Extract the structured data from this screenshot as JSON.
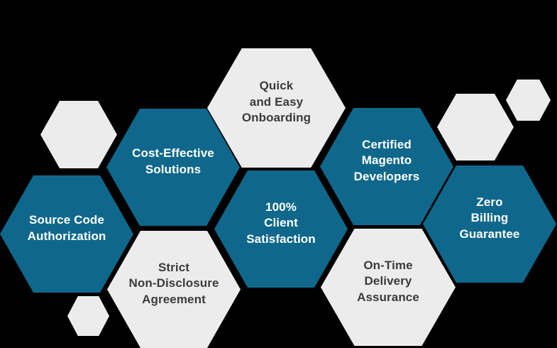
{
  "diagram": {
    "description": "Honeycomb benefits infographic",
    "background_color": "#000000"
  },
  "colors": {
    "teal": "#0F688C",
    "gray": "#ECECEC",
    "text_on_teal": "#FFFFFF",
    "text_on_gray": "#3B3B3B"
  },
  "hexagons": [
    {
      "id": "quick-easy-onboarding",
      "variant": "gray",
      "label": "Quick\nand Easy\nOnboarding"
    },
    {
      "id": "cost-effective-solutions",
      "variant": "teal",
      "label": "Cost-Effective\nSolutions"
    },
    {
      "id": "certified-magento-developers",
      "variant": "teal",
      "label": "Certified\nMagento\nDevelopers"
    },
    {
      "id": "source-code-authorization",
      "variant": "teal",
      "label": "Source Code\nAuthorization"
    },
    {
      "id": "100-percent-client-satisfaction",
      "variant": "teal",
      "label": "100%\nClient\nSatisfaction"
    },
    {
      "id": "zero-billing-guarantee",
      "variant": "teal",
      "label": "Zero\nBilling\nGuarantee"
    },
    {
      "id": "strict-non-disclosure-agreement",
      "variant": "gray",
      "label": "Strict\nNon-Disclosure\nAgreement"
    },
    {
      "id": "on-time-delivery-assurance",
      "variant": "gray",
      "label": "On-Time\nDelivery\nAssurance"
    }
  ],
  "decorative_hexagons": [
    {
      "id": "deco-top-left-medium"
    },
    {
      "id": "deco-right-medium"
    },
    {
      "id": "deco-top-right-small"
    },
    {
      "id": "deco-bottom-left-small"
    }
  ]
}
